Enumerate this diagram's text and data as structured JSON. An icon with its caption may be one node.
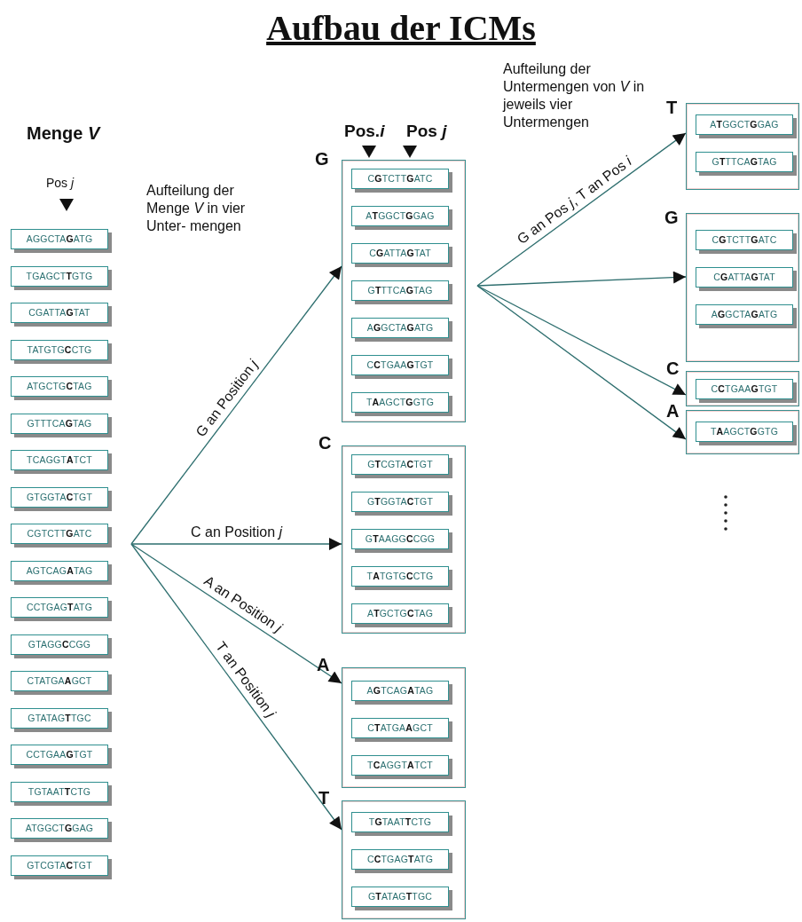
{
  "diagram": {
    "title": "Aufbau der ICMs",
    "nodes": [
      {
        "text": [
          "AGGCTA**G**ATG"
        ]
      },
      {
        "text": [
          "TGAGCT**T**GTG"
        ]
      },
      {
        "text": [
          "CGATTA**G**TAT"
        ]
      },
      {
        "text": [
          "TATGTG**C**CTG"
        ]
      },
      {
        "text": [
          "ATGCTG**C**TAG"
        ]
      },
      {
        "text": [
          "GTTTCA**G**TAG"
        ]
      },
      {
        "text": [
          "TCAGGT**A**TCT"
        ]
      },
      {
        "text": [
          "GTGGTA**C**TGT"
        ]
      },
      {
        "text": [
          "CGTCTT**G**ATC"
        ]
      },
      {
        "text": [
          "AGTCAG**A**TAG"
        ]
      },
      {
        "text": [
          "CCTGAG**T**ATG"
        ]
      },
      {
        "text": [
          "GTAGG**C**CGG"
        ]
      },
      {
        "text": [
          "CTATGA**A**GCT"
        ]
      },
      {
        "text": [
          "GTATAG**T**TGC"
        ]
      },
      {
        "text": [
          "CCTGAA**G**TGT"
        ]
      },
      {
        "text": [
          "TGTAAT**T**CTG"
        ]
      },
      {
        "text": [
          "ATGGCT**G**GAG"
        ]
      },
      {
        "text": [
          "GTCGTA**C**TGT"
        ]
      },
      {
        "text": [
          "G"
        ]
      },
      {
        "text": [
          "C**G**TCTT**G**ATC"
        ],
        "in": 18
      },
      {
        "text": [
          "A**T**GGCT**G**GAG"
        ],
        "in": 18
      },
      {
        "text": [
          "C**G**ATTA**G**TAT"
        ],
        "in": 18
      },
      {
        "text": [
          "G**T**TTCA**G**TAG"
        ],
        "in": 18
      },
      {
        "text": [
          "A**G**GCTA**G**ATG"
        ],
        "in": 18
      },
      {
        "text": [
          "C**C**TGAA**G**TGT"
        ],
        "in": 18
      },
      {
        "text": [
          "T**A**AGCT**G**GTG"
        ],
        "in": 18
      },
      {
        "text": [
          "C"
        ]
      },
      {
        "text": [
          "G**T**CGTA**C**TGT"
        ],
        "in": 26
      },
      {
        "text": [
          "G**T**GGTA**C**TGT"
        ],
        "in": 26
      },
      {
        "text": [
          "G**T**AAGG**C**CGG"
        ],
        "in": 26
      },
      {
        "text": [
          "T**A**TGTG**C**CTG"
        ],
        "in": 26
      },
      {
        "text": [
          "A**T**GCTG**C**TAG"
        ],
        "in": 26
      },
      {
        "text": [
          "A"
        ]
      },
      {
        "text": [
          "A**G**TCAG**A**TAG"
        ],
        "in": 32
      },
      {
        "text": [
          "C**T**ATGA**A**GCT"
        ],
        "in": 32
      },
      {
        "text": [
          "T**C**AGGT**A**TCT"
        ],
        "in": 32
      },
      {
        "text": [
          "T"
        ]
      },
      {
        "text": [
          "T**G**TAAT**T**CTG"
        ],
        "in": 36
      },
      {
        "text": [
          "C**C**TGAG**T**ATG"
        ],
        "in": 36
      },
      {
        "text": [
          "G**T**ATAG**T**TGC"
        ],
        "in": 36
      },
      {
        "text": [
          "T"
        ]
      },
      {
        "text": [
          "A**T**GGCT**G**GAG"
        ],
        "in": 40
      },
      {
        "text": [
          "G**T**TTCA**G**TAG"
        ],
        "in": 40
      },
      {
        "text": [
          "G"
        ]
      },
      {
        "text": [
          "C**G**TCTT**G**ATC"
        ],
        "in": 43
      },
      {
        "text": [
          "C**G**ATTA**G**TAT"
        ],
        "in": 43
      },
      {
        "text": [
          "A**G**GCTA**G**ATG"
        ],
        "in": 43
      },
      {
        "text": [
          "C"
        ]
      },
      {
        "text": [
          "C**C**TGAA**G**TGT"
        ],
        "in": 47
      },
      {
        "text": [
          "A"
        ]
      },
      {
        "text": [
          "T**A**AGCT**G**GTG"
        ],
        "in": 49
      }
    ],
    "edges": [
      {
        "from": null,
        "to": 18,
        "arrow": "to",
        "label": "G an Position *j*"
      },
      {
        "from": null,
        "to": 26,
        "arrow": "to",
        "label": "C an Position *j*"
      },
      {
        "from": null,
        "to": 32,
        "arrow": "to",
        "label": "A an Position *j*"
      },
      {
        "from": null,
        "to": 36,
        "arrow": "to",
        "label": "T an Position *j*"
      },
      {
        "from": null,
        "to": 40,
        "arrow": "to",
        "label": "G an Pos *j*, T an Pos *i*"
      },
      {
        "from": null,
        "to": 43,
        "arrow": "to"
      },
      {
        "from": null,
        "to": 47,
        "arrow": "to"
      },
      {
        "from": null,
        "to": 49,
        "arrow": "to"
      }
    ],
    "labels": [
      "Menge *V*",
      "Pos *j*",
      "Aufteilung der Menge *V* in vier Unter- mengen",
      "Pos.*i*",
      "Pos *j*",
      "Aufteilung der Untermengen von *V* in jeweils vier Untermengen"
    ]
  }
}
